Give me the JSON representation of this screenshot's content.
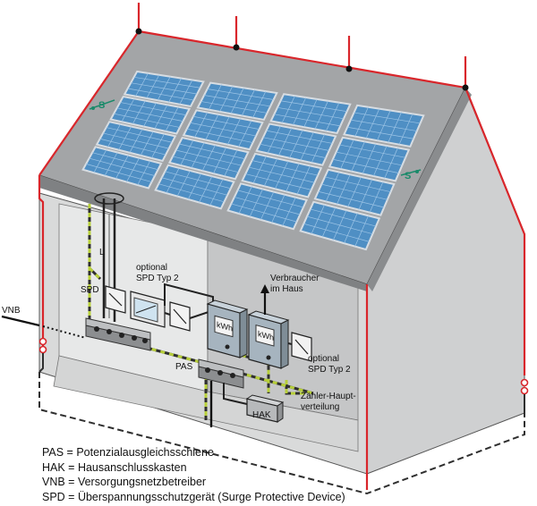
{
  "labels": {
    "vnb": "VNB",
    "spd": "SPD",
    "l": "L",
    "optional_top_1": "optional",
    "optional_top_2": "SPD Typ 2",
    "verbraucher_1": "Verbraucher",
    "verbraucher_2": "im Haus",
    "optional_right_1": "optional",
    "optional_right_2": "SPD Typ 2",
    "pas": "PAS",
    "zaehler_1": "Zähler-Haupt-",
    "zaehler_2": "verteilung",
    "hak": "HAK",
    "kwh": "kWh",
    "s_marker": "S"
  },
  "legend": [
    "PAS = Potenzialausgleichsschiene",
    "HAK = Hausanschlusskasten",
    "VNB = Versorgungsnetzbetreiber",
    "SPD = Überspannungsschutzgerät (Surge Protective Device)"
  ],
  "colors": {
    "lightning_rod": "#d9262b",
    "roof": "#9a9c9e",
    "wall": "#c9cacb",
    "wall_light": "#dcdddd",
    "panel": "#4f8fc4",
    "panel_frame": "#d7dde3",
    "earth_wire": "#2f2f2f",
    "green_yellow": "#b7cf3a"
  }
}
